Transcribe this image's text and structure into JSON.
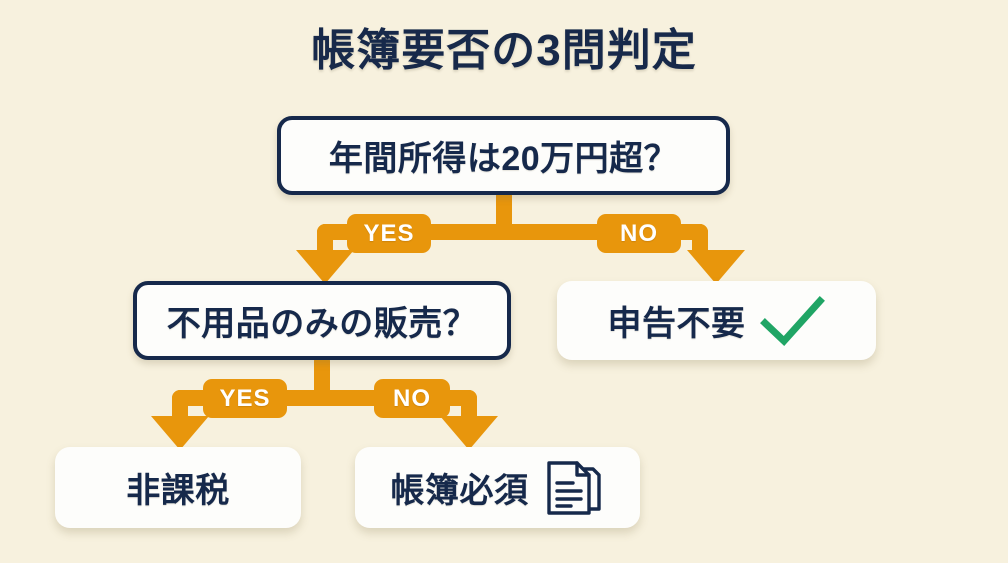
{
  "page": {
    "title": "帳簿要否の3問判定",
    "background_color": "#f7f1de",
    "navy": "#16294b",
    "orange": "#e8960c",
    "green": "#20a565",
    "card_color": "#fdfdfb"
  },
  "flowchart": {
    "type": "decision-tree",
    "nodes": [
      {
        "id": "q1",
        "kind": "decision",
        "label": "年間所得は20万円超？"
      },
      {
        "id": "q2",
        "kind": "decision",
        "label": "不用品のみの販売？"
      },
      {
        "id": "r-no-filing",
        "kind": "result",
        "label": "申告不要",
        "icon": "check-icon"
      },
      {
        "id": "r-tax-free",
        "kind": "result",
        "label": "非課税",
        "icon": ""
      },
      {
        "id": "r-ledger",
        "kind": "result",
        "label": "帳簿必須",
        "icon": "documents-icon"
      }
    ],
    "edges": [
      {
        "from": "q1",
        "to": "q2",
        "label": "YES"
      },
      {
        "from": "q1",
        "to": "r-no-filing",
        "label": "NO"
      },
      {
        "from": "q2",
        "to": "r-tax-free",
        "label": "YES"
      },
      {
        "from": "q2",
        "to": "r-ledger",
        "label": "NO"
      }
    ]
  }
}
